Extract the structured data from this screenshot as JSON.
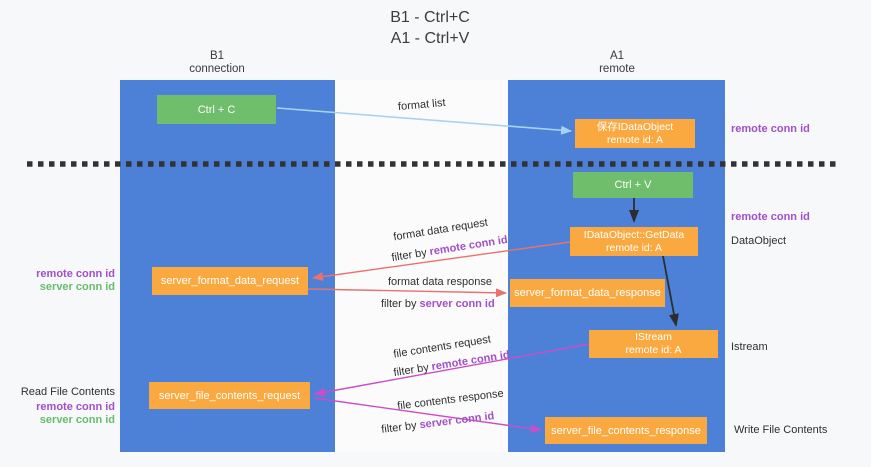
{
  "title": {
    "line1": "B1 - Ctrl+C",
    "line2": "A1 - Ctrl+V"
  },
  "columns": {
    "left": {
      "name": "B1",
      "role": "connection"
    },
    "right": {
      "name": "A1",
      "role": "remote"
    }
  },
  "boxes": {
    "ctrl_c": "Ctrl + C",
    "ctrl_v": "Ctrl + V",
    "save_dataobject": {
      "line1": "保存IDataObject",
      "line2": "remote id: A"
    },
    "getdata": {
      "line1": "IDataObject::GetData",
      "line2": "remote id: A"
    },
    "istream": {
      "line1": "IStream",
      "line2": "remote id: A"
    },
    "server_format_data_request": "server_format_data_request",
    "server_format_data_response": "server_format_data_response",
    "server_file_contents_request": "server_file_contents_request",
    "server_file_contents_response": "server_file_contents_response"
  },
  "flow_labels": {
    "format_list": "format list",
    "format_data_request": "format data request",
    "format_data_response": "format data response",
    "file_contents_request": "file contents request",
    "file_contents_response": "file contents response",
    "filter_by": "filter by ",
    "remote_conn_id": "remote conn id",
    "server_conn_id": "server conn id"
  },
  "side_labels": {
    "remote_conn_id": "remote conn id",
    "server_conn_id": "server conn id",
    "dataobject": "DataObject",
    "istream": "Istream",
    "read_file_contents": "Read File Contents",
    "write_file_contents": "Write File Contents"
  },
  "colors": {
    "background": "#f7f8f9",
    "column_blue": "#4d81d8",
    "box_orange": "#f9a940",
    "box_green": "#6ebe6b",
    "arrow_light_blue": "#a8d3f0",
    "arrow_black": "#2d2d2d",
    "arrow_red": "#e7736f",
    "arrow_magenta": "#cb4ec8",
    "text_purple": "#a24fc8",
    "text_green": "#67bd6c",
    "divider": "#333333"
  }
}
